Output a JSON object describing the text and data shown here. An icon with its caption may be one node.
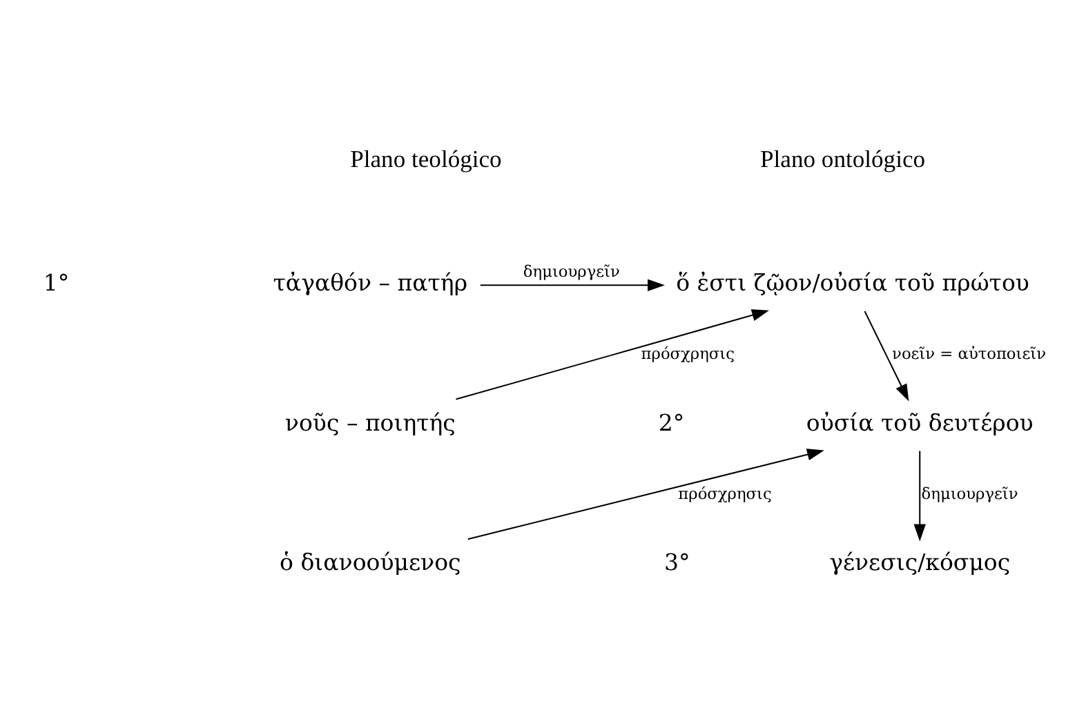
{
  "diagram": {
    "nodes": [
      {
        "text": [
          "τἀγαθόν – πατήρ"
        ]
      },
      {
        "text": [
          "ὅ ἐστι ζῷον/οὐσία τοῦ πρώτου"
        ]
      },
      {
        "text": [
          "νοῦς – ποιητής"
        ]
      },
      {
        "text": [
          "οὐσία τοῦ δευτέρου"
        ]
      },
      {
        "text": [
          "ὁ διανοούμενος"
        ]
      },
      {
        "text": [
          "γένεσις/κόσμος"
        ]
      }
    ],
    "edges": [
      {
        "from": 0,
        "to": 1,
        "arrow": "to",
        "label": "δημιουργεῖν"
      },
      {
        "from": 2,
        "to": 1,
        "arrow": "to",
        "label": "πρόσχρησις"
      },
      {
        "from": 1,
        "to": 3,
        "arrow": "to",
        "label": "νοεῖν = αὐτοποιεῖν"
      },
      {
        "from": 4,
        "to": 3,
        "arrow": "to",
        "label": "πρόσχρησις"
      },
      {
        "from": 3,
        "to": 5,
        "arrow": "to",
        "label": "δημιουργεῖν"
      }
    ],
    "labels": [
      "Plano teológico",
      "Plano ontológico",
      "1°",
      "2°",
      "3°"
    ]
  }
}
